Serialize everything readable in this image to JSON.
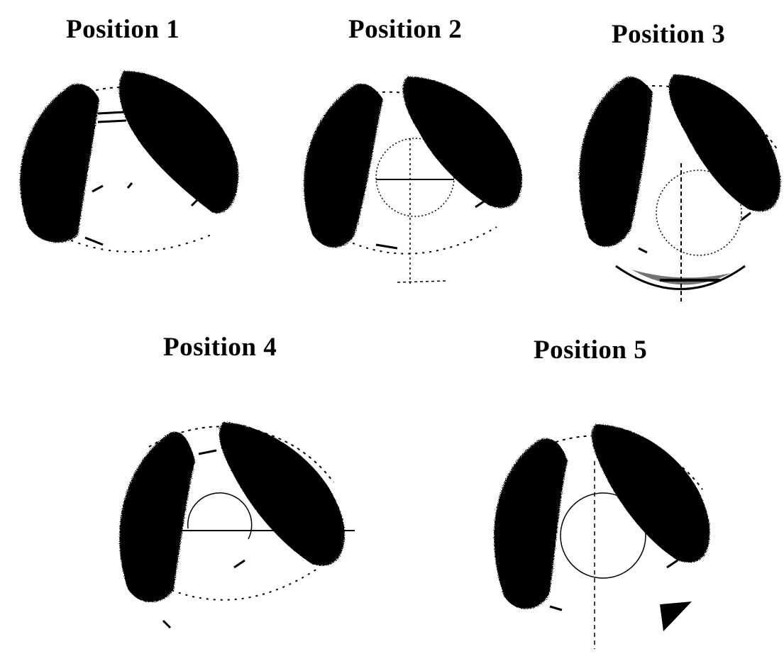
{
  "figure": {
    "colors": {
      "background": "#ffffff",
      "ink": "#000000"
    },
    "panels": [
      {
        "label": "Position 1",
        "reticle": "none"
      },
      {
        "label": "Position 2",
        "reticle": "crosshair-centered"
      },
      {
        "label": "Position 3",
        "reticle": "circle-lower-with-lens"
      },
      {
        "label": "Position 4",
        "reticle": "crosshair-horizontal"
      },
      {
        "label": "Position 5",
        "reticle": "circle-with-marker"
      }
    ]
  }
}
